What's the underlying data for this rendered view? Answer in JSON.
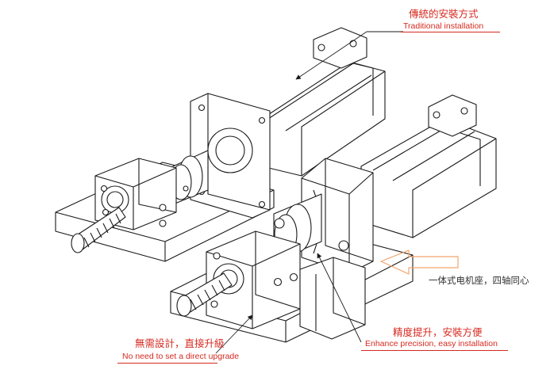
{
  "colors": {
    "accent": "#d62a20",
    "arrow_outline": "#f3a46c",
    "line": "#1a1a1a",
    "text_dark": "#333333"
  },
  "labels": {
    "traditional": {
      "cn": "傳統的安裝方式",
      "en": "Traditional installation"
    },
    "integrated": {
      "cn": "一体式电机座，四轴同心"
    },
    "enhance": {
      "cn": "精度提升，安裝方便",
      "en": "Enhance precision, easy installation"
    },
    "no_upgrade": {
      "cn": "無需設計，直接升級",
      "en": "No need to set a direct upgrade"
    }
  },
  "icons": [
    "orange-outline-arrow-icon",
    "leader-arrow-icon"
  ]
}
